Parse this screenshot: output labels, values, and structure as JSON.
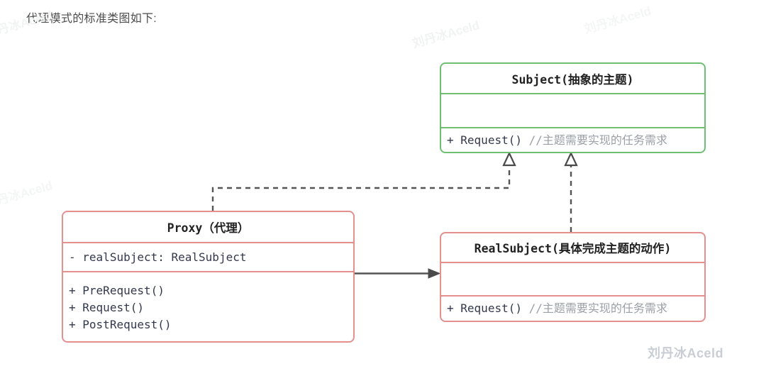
{
  "page": {
    "title": "代理模式的标准类图如下:"
  },
  "colors": {
    "subject_border": "#6fbf73",
    "proxy_border": "#e58f8f",
    "realsubject_border": "#e58f8f",
    "edge": "#555555",
    "comment_text": "#9aa0a6",
    "member_text": "#33384d",
    "watermark": "#c9cdd4"
  },
  "diagram": {
    "type": "uml-class-diagram",
    "classes": [
      {
        "id": "subject",
        "name": "Subject(抽象的主题)",
        "border_color": "#6fbf73",
        "attributes": [],
        "methods": [
          {
            "visibility": "+",
            "signature": "Request()",
            "comment": "//主题需要实现的任务需求"
          }
        ]
      },
      {
        "id": "proxy",
        "name": "Proxy（代理）",
        "border_color": "#e58f8f",
        "attributes": [
          {
            "visibility": "-",
            "signature": "realSubject: RealSubject",
            "comment": ""
          }
        ],
        "methods": [
          {
            "visibility": "+",
            "signature": "PreRequest()",
            "comment": ""
          },
          {
            "visibility": "+",
            "signature": "Request()",
            "comment": ""
          },
          {
            "visibility": "+",
            "signature": "PostRequest()",
            "comment": ""
          }
        ]
      },
      {
        "id": "realsubject",
        "name": "RealSubject(具体完成主题的动作)",
        "border_color": "#e58f8f",
        "attributes": [],
        "methods": [
          {
            "visibility": "+",
            "signature": "Request()",
            "comment": "//主题需要实现的任务需求"
          }
        ]
      }
    ],
    "relations": [
      {
        "id": "proxy-realizes-subject",
        "from": "proxy",
        "to": "subject",
        "kind": "realization",
        "style": "dashed",
        "arrowhead": "hollow-triangle"
      },
      {
        "id": "realsubject-realizes-subject",
        "from": "realsubject",
        "to": "subject",
        "kind": "realization",
        "style": "dashed",
        "arrowhead": "hollow-triangle"
      },
      {
        "id": "proxy-uses-realsubject",
        "from": "proxy",
        "to": "realsubject",
        "kind": "association",
        "style": "solid",
        "arrowhead": "filled-arrow"
      }
    ]
  },
  "watermarks": {
    "main": "刘丹冰Aceld",
    "top": "刘丹冰Aceld",
    "left_upper": "刘丹冰Aceld",
    "left_lower": "刘丹冰Aceld",
    "right_upper": "刘丹冰Aceld"
  }
}
